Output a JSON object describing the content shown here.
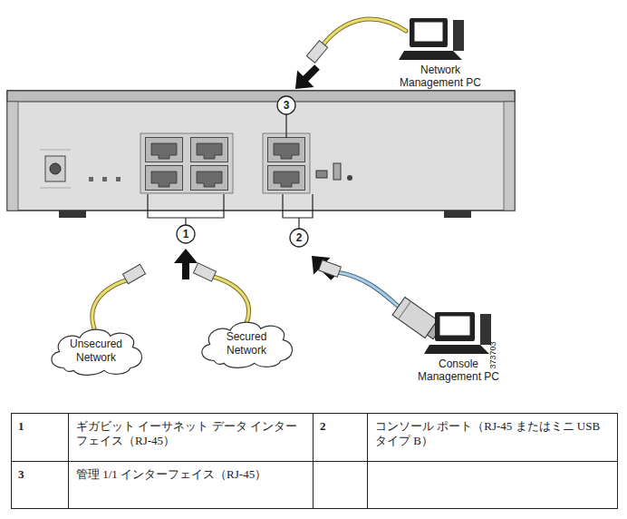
{
  "diagram": {
    "nodes": [
      {
        "text": [
          "Unsecured Network"
        ]
      },
      {
        "text": [
          "Secured Network"
        ]
      }
    ],
    "labels": [
      "3",
      "1",
      "2",
      "Network Management PC",
      "Console Management PC",
      "373703",
      "1",
      "ギガビット イーサネット データ インターフェイス（RJ-45）",
      "2",
      "コンソール ポート（RJ-45 またはミニ USB タイプ B）",
      "3",
      "管理 1/1 インターフェイス（RJ-45）"
    ]
  }
}
